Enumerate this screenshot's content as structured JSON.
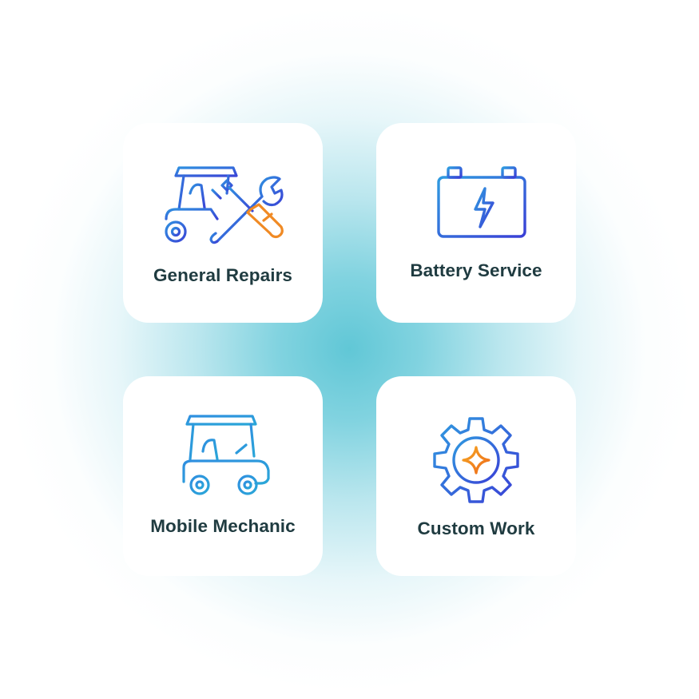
{
  "cards": [
    {
      "label": "General Repairs",
      "icon": "golf-cart-repair-icon"
    },
    {
      "label": "Battery Service",
      "icon": "battery-icon"
    },
    {
      "label": "Mobile Mechanic",
      "icon": "moving-golf-cart-icon"
    },
    {
      "label": "Custom Work",
      "icon": "gear-sparkle-icon"
    }
  ],
  "colors": {
    "icon_blue": "#2f7fe0",
    "icon_indigo": "#3b3fd8",
    "icon_teal": "#2aa6d8",
    "accent_orange": "#f08a24",
    "label_text": "#1f3b40",
    "glow": "#5fc6d6",
    "card_bg": "#ffffff"
  }
}
